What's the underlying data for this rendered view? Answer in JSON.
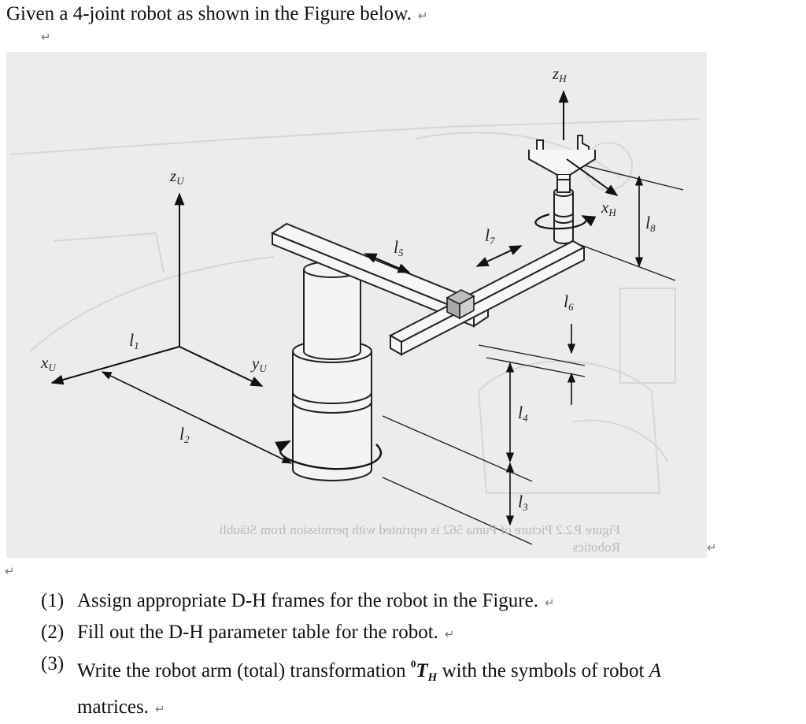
{
  "intro": "Given a 4-joint robot as shown in the Figure below.",
  "return_mark": "↵",
  "figure": {
    "labels": {
      "zU": {
        "main": "z",
        "sub": "U"
      },
      "xU": {
        "main": "x",
        "sub": "U"
      },
      "yU": {
        "main": "y",
        "sub": "U"
      },
      "zH": {
        "main": "z",
        "sub": "H"
      },
      "xH": {
        "main": "x",
        "sub": "H"
      },
      "l1": {
        "main": "l",
        "sub": "1"
      },
      "l2": {
        "main": "l",
        "sub": "2"
      },
      "l3": {
        "main": "l",
        "sub": "3"
      },
      "l4": {
        "main": "l",
        "sub": "4"
      },
      "l5": {
        "main": "l",
        "sub": "5"
      },
      "l6": {
        "main": "l",
        "sub": "6"
      },
      "l7": {
        "main": "l",
        "sub": "7"
      },
      "l8": {
        "main": "l",
        "sub": "8"
      }
    },
    "bleed_text_line1": "Figure P.2.2 Picture of Puma 562 is reprinted with permission from Stäubli",
    "bleed_text_line2": "Robotics"
  },
  "questions": [
    {
      "num": "(1)",
      "text": "Assign appropriate D-H frames for the robot in the Figure."
    },
    {
      "num": "(2)",
      "text": "Fill out the D-H parameter table for the robot."
    },
    {
      "num": "(3)",
      "text_before": "Write the robot arm (total) transformation",
      "sym_sup": "0",
      "sym_main": "T",
      "sym_sub": "H",
      "text_after": "with the symbols of robot",
      "sym_A": "A",
      "continuation": "matrices."
    }
  ]
}
